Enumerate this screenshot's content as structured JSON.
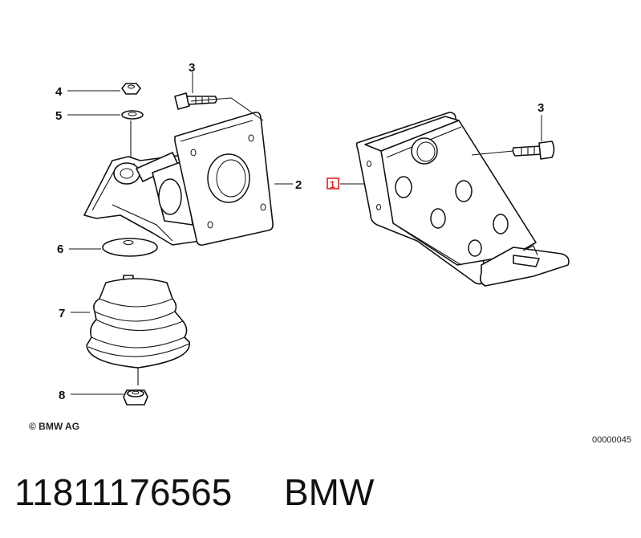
{
  "callouts": {
    "c1": "1",
    "c2": "2",
    "c3a": "3",
    "c3b": "3",
    "c4": "4",
    "c5": "5",
    "c6": "6",
    "c7": "7",
    "c8": "8"
  },
  "footer": {
    "copyright": "© BMW AG",
    "diagram_number": "00000045"
  },
  "caption": {
    "part_number": "11811176565",
    "brand": "BMW"
  },
  "colors": {
    "line": "#111111",
    "highlight": "#e02020",
    "background": "#ffffff"
  }
}
